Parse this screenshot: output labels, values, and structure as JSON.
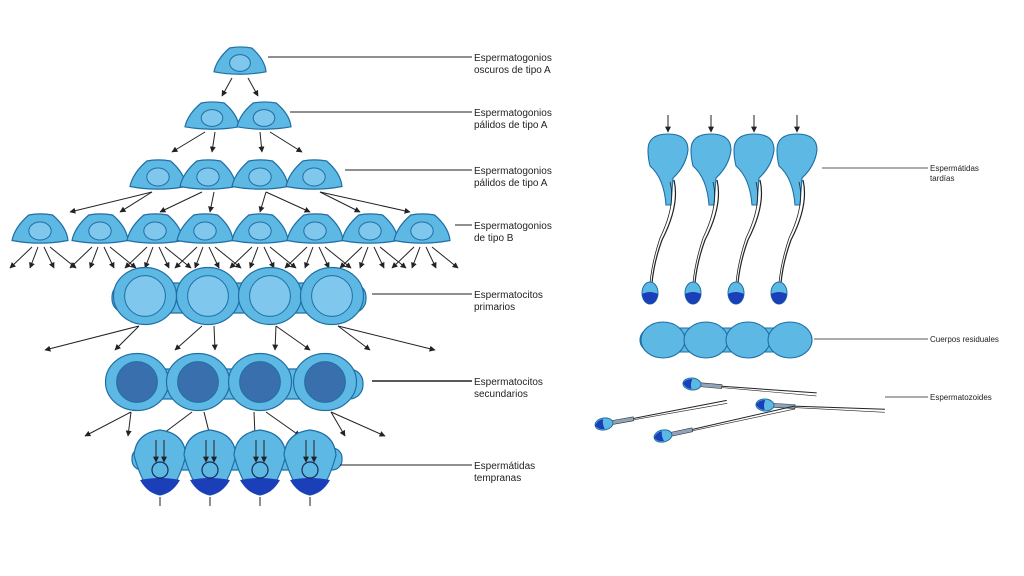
{
  "colors": {
    "cell": "#5eb8e4",
    "cell_dark": "#1e6fa5",
    "nucleus_light": "#7fc7ec",
    "nucleus_dark": "#3a6fae",
    "acrosome": "#1a3fb8",
    "line": "#222222"
  },
  "labels": {
    "sg_dark_a": [
      "Espermatogonios",
      "oscuros de tipo A"
    ],
    "sg_pale_a1": [
      "Espermatogonios",
      "pálidos de tipo A"
    ],
    "sg_pale_a2": [
      "Espermatogonios",
      "pálidos de tipo A"
    ],
    "sg_b": [
      "Espermatogonios",
      "de tipo B"
    ],
    "sc_primary": [
      "Espermatocitos",
      "primarios"
    ],
    "sc_secondary": [
      "Espermatocitos",
      "secundarios"
    ],
    "st_early": [
      "Espermátidas",
      "tempranas"
    ],
    "st_late": [
      "Espermátidas",
      "tardías"
    ],
    "residual": [
      "Cuerpos residuales"
    ],
    "sperm": [
      "Espermatozoides"
    ]
  }
}
